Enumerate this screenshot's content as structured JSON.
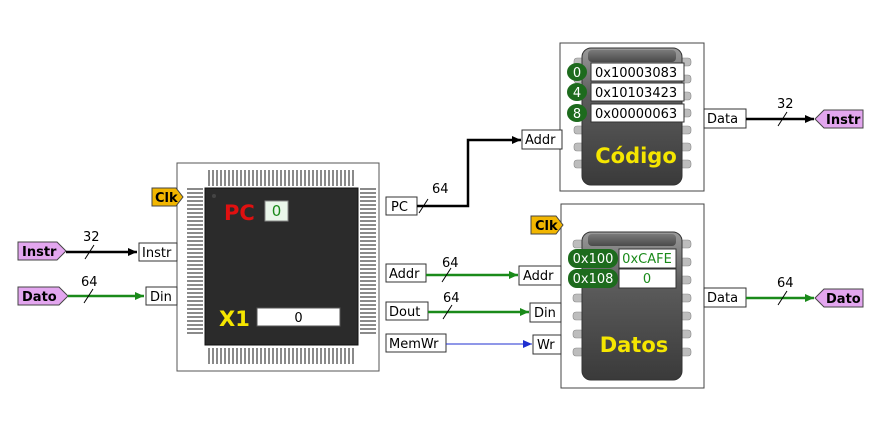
{
  "cpu": {
    "pc_label": "PC",
    "pc_value": "0",
    "reg_label": "X1",
    "reg_value": "0",
    "clk": "Clk",
    "ports_left": {
      "instr": "Instr",
      "din": "Din"
    },
    "ports_right": {
      "pc": "PC",
      "addr": "Addr",
      "dout": "Dout",
      "memwr": "MemWr"
    }
  },
  "inputs": {
    "instr": "Instr",
    "dato": "Dato"
  },
  "bus_widths": {
    "instr_in": "32",
    "dato_in": "64",
    "pc_out": "64",
    "addr_out": "64",
    "dout_out": "64",
    "code_data": "32",
    "data_data": "64"
  },
  "code_mem": {
    "title": "Código",
    "addr_port": "Addr",
    "data_port": "Data",
    "output": "Instr",
    "rows": [
      {
        "addr": "0",
        "value": "0x10003083"
      },
      {
        "addr": "4",
        "value": "0x10103423"
      },
      {
        "addr": "8",
        "value": "0x00000063"
      }
    ]
  },
  "data_mem": {
    "title": "Datos",
    "clk": "Clk",
    "addr_port": "Addr",
    "din_port": "Din",
    "wr_port": "Wr",
    "data_port": "Data",
    "output": "Dato",
    "rows": [
      {
        "addr": "0x100",
        "value": "0xCAFE"
      },
      {
        "addr": "0x108",
        "value": "0"
      }
    ]
  },
  "colors": {
    "green_wire": "#1a8a1a",
    "blue_wire": "#1f2fd0",
    "black_wire": "#000000",
    "clk_tag": "#f2b600",
    "io_tag": "#e3a6ef",
    "pc_red": "#e01010",
    "reg_yellow": "#f5e600",
    "addr_badge": "#1d6b1d"
  }
}
